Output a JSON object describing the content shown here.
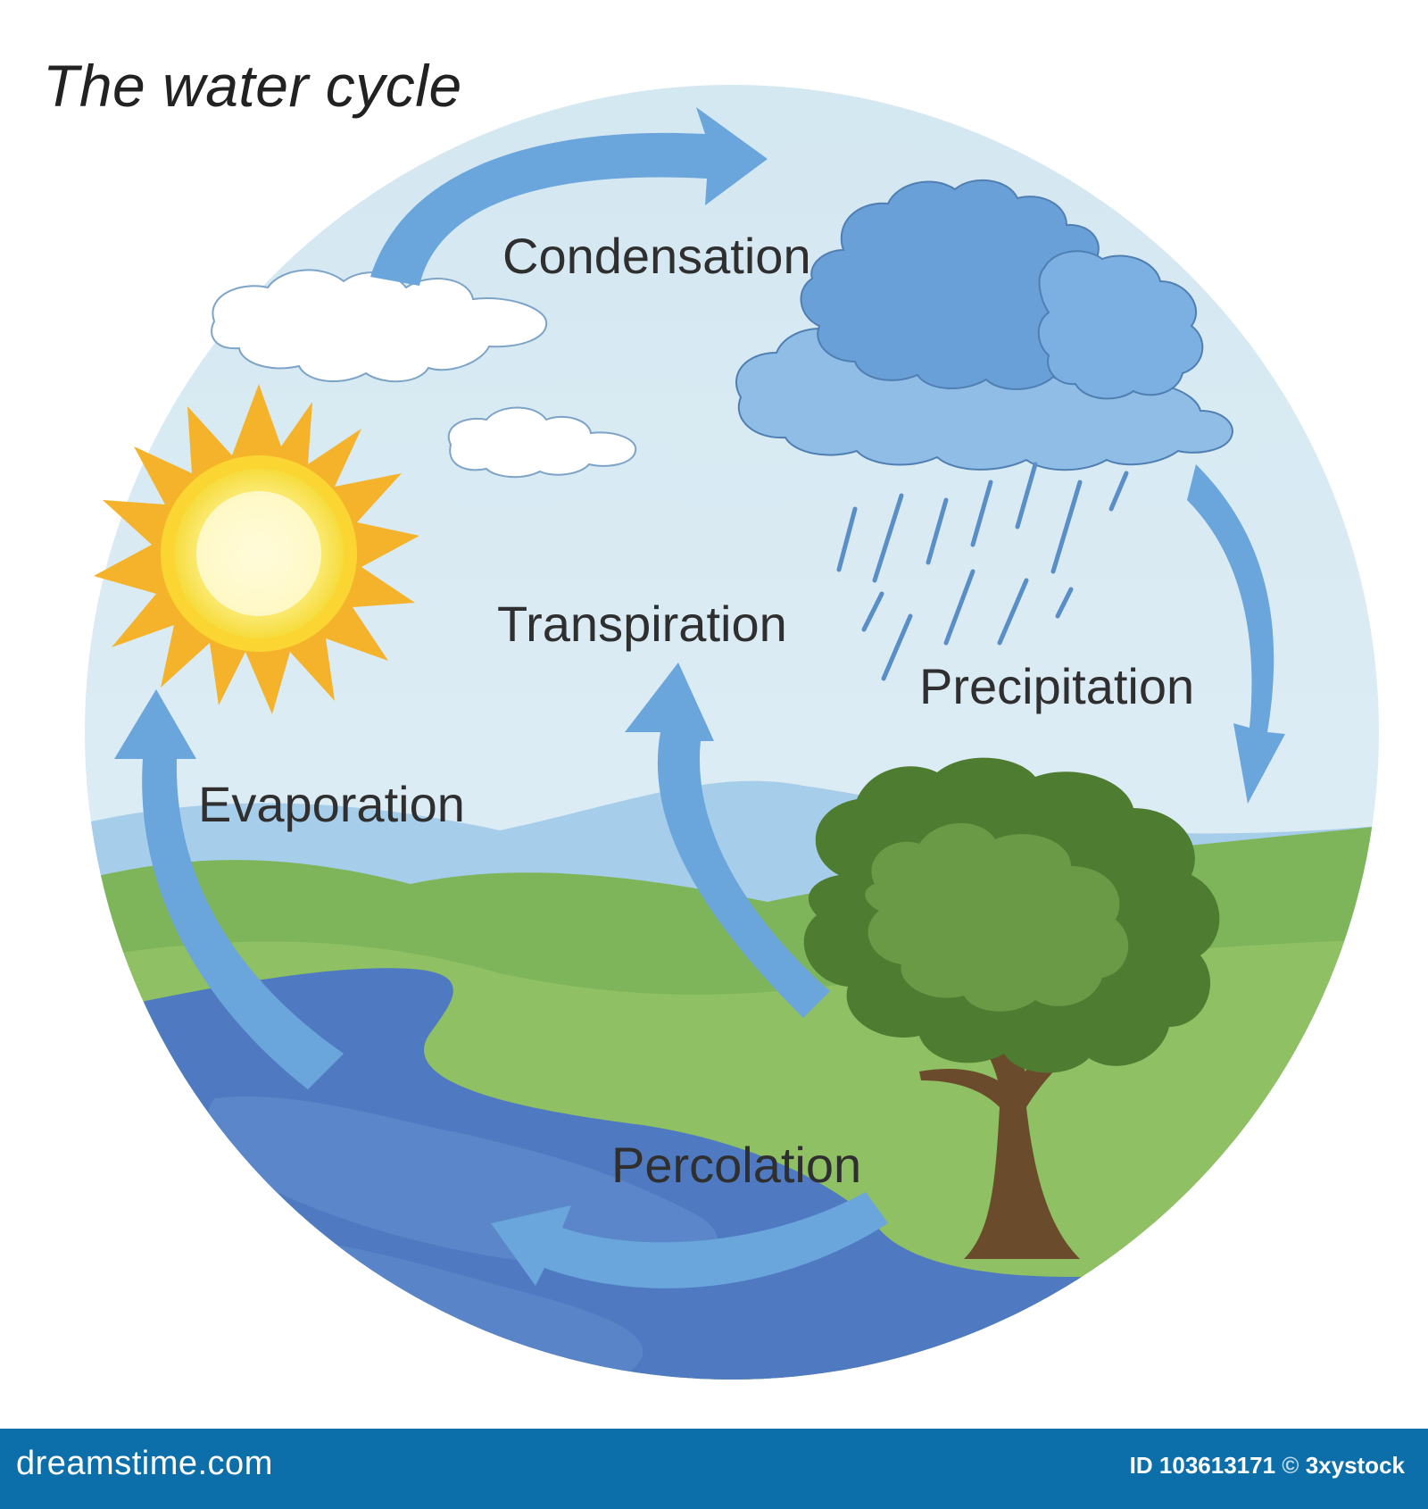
{
  "title": "The water cycle",
  "labels": {
    "condensation": "Condensation",
    "precipitation": "Precipitation",
    "transpiration": "Transpiration",
    "evaporation": "Evaporation",
    "percolation": "Percolation"
  },
  "footer": {
    "site": "dreamstime.com",
    "id_prefix": "ID",
    "id": "103613171",
    "copyright": "©",
    "author": "3xystock"
  },
  "colors": {
    "sky": "#d6e9f3",
    "arrow": "#6aa6dc",
    "grass": "#7fb55a",
    "river": "#4f7ac2",
    "sun": "#f4b32a",
    "cloud_storm": "#6aa0d8",
    "tree": "#5e8f3c",
    "footer": "#0d6fa9"
  }
}
